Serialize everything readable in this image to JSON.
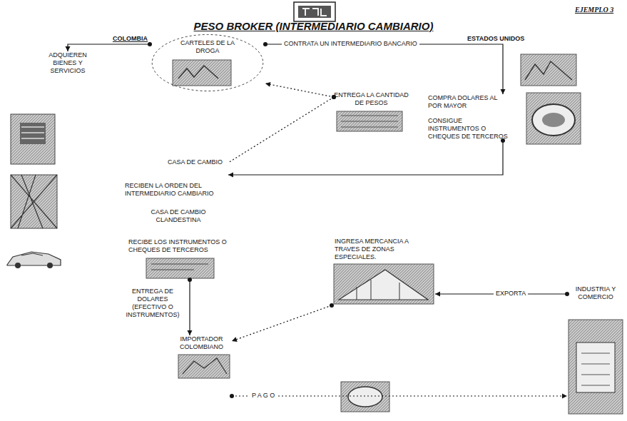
{
  "diagram": {
    "title": "PESO BROKER (INTERMEDIARIO CAMBIARIO)",
    "nodes": [
      {
        "text": [
          "CARTELES DE LA DROGA"
        ]
      },
      {
        "text": [
          "ADQUIEREN BIENES Y SERVICIOS"
        ]
      },
      {
        "text": [
          "ENTREGA LA CANTIDAD DE PESOS"
        ]
      },
      {
        "text": [
          "COMPRA DOLARES AL POR MAYOR",
          "CONSIGUE INSTRUMENTOS O CHEQUES DE TERCEROS"
        ]
      },
      {
        "text": [
          "CASA DE CAMBIO",
          "RECIBEN LA ORDEN DEL INTERMEDIARIO CAMBIARIO"
        ]
      },
      {
        "text": [
          "CASA DE CAMBIO CLANDESTINA",
          "RECIBE LOS INSTRUMENTOS O CHEQUES DE TERCEROS"
        ]
      },
      {
        "text": [
          "IMPORTADOR COLOMBIANO"
        ]
      },
      {
        "text": [
          "INGRESA MERCANCIA A TRAVES DE ZONAS ESPECIALES."
        ]
      },
      {
        "text": [
          "INDUSTRIA Y COMERCIO"
        ]
      }
    ],
    "edges": [
      {
        "from": 0,
        "to": 1,
        "arrow": "to"
      },
      {
        "from": 0,
        "to": 3,
        "label": "CONTRATA UN INTERMEDIARIO BANCARIO",
        "arrow": "to"
      },
      {
        "from": 2,
        "to": 0,
        "arrow": "to"
      },
      {
        "from": 2,
        "to": 4,
        "arrow": "none"
      },
      {
        "from": 3,
        "to": 4,
        "arrow": "to"
      },
      {
        "from": 5,
        "to": 6,
        "label": "ENTREGA DE DOLARES (EFECTIVO O INSTRUMENTOS)",
        "arrow": "to"
      },
      {
        "from": 7,
        "to": 6,
        "arrow": "to"
      },
      {
        "from": 8,
        "to": 7,
        "label": "EXPORTA",
        "arrow": "to"
      },
      {
        "from": 6,
        "to": 8,
        "label": "P A G O",
        "arrow": "to"
      }
    ],
    "labels": [
      "EJEMPLO 3",
      "COLOMBIA",
      "ESTADOS UNIDOS"
    ]
  }
}
